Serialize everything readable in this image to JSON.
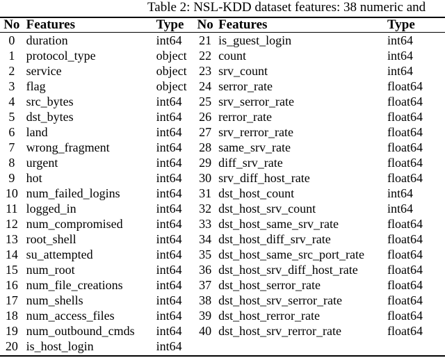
{
  "caption": "Table 2: NSL-KDD dataset features: 38 numeric and",
  "headers": {
    "no": "No",
    "features": "Features",
    "type": "Type"
  },
  "rows": [
    {
      "no1": "0",
      "feat1": "duration",
      "type1": "int64",
      "no2": "21",
      "feat2": "is_guest_login",
      "type2": "int64"
    },
    {
      "no1": "1",
      "feat1": "protocol_type",
      "type1": "object",
      "no2": "22",
      "feat2": "count",
      "type2": "int64"
    },
    {
      "no1": "2",
      "feat1": "service",
      "type1": "object",
      "no2": "23",
      "feat2": "srv_count",
      "type2": "int64"
    },
    {
      "no1": "3",
      "feat1": "flag",
      "type1": "object",
      "no2": "24",
      "feat2": "serror_rate",
      "type2": "float64"
    },
    {
      "no1": "4",
      "feat1": "src_bytes",
      "type1": "int64",
      "no2": "25",
      "feat2": "srv_serror_rate",
      "type2": "float64"
    },
    {
      "no1": "5",
      "feat1": "dst_bytes",
      "type1": "int64",
      "no2": "26",
      "feat2": "rerror_rate",
      "type2": "float64"
    },
    {
      "no1": "6",
      "feat1": "land",
      "type1": "int64",
      "no2": "27",
      "feat2": "srv_rerror_rate",
      "type2": "float64"
    },
    {
      "no1": "7",
      "feat1": "wrong_fragment",
      "type1": "int64",
      "no2": "28",
      "feat2": "same_srv_rate",
      "type2": "float64"
    },
    {
      "no1": "8",
      "feat1": "urgent",
      "type1": "int64",
      "no2": "29",
      "feat2": "diff_srv_rate",
      "type2": "float64"
    },
    {
      "no1": "9",
      "feat1": "hot",
      "type1": "int64",
      "no2": "30",
      "feat2": "srv_diff_host_rate",
      "type2": "float64"
    },
    {
      "no1": "10",
      "feat1": "num_failed_logins",
      "type1": "int64",
      "no2": "31",
      "feat2": "dst_host_count",
      "type2": "int64"
    },
    {
      "no1": "11",
      "feat1": "logged_in",
      "type1": "int64",
      "no2": "32",
      "feat2": "dst_host_srv_count",
      "type2": "int64"
    },
    {
      "no1": "12",
      "feat1": "num_compromised",
      "type1": "int64",
      "no2": "33",
      "feat2": "dst_host_same_srv_rate",
      "type2": "float64"
    },
    {
      "no1": "13",
      "feat1": "root_shell",
      "type1": "int64",
      "no2": "34",
      "feat2": "dst_host_diff_srv_rate",
      "type2": "float64"
    },
    {
      "no1": "14",
      "feat1": "su_attempted",
      "type1": "int64",
      "no2": "35",
      "feat2": "dst_host_same_src_port_rate",
      "type2": "float64"
    },
    {
      "no1": "15",
      "feat1": "num_root",
      "type1": "int64",
      "no2": "36",
      "feat2": "dst_host_srv_diff_host_rate",
      "type2": "float64"
    },
    {
      "no1": "16",
      "feat1": "num_file_creations",
      "type1": "int64",
      "no2": "37",
      "feat2": "dst_host_serror_rate",
      "type2": "float64"
    },
    {
      "no1": "17",
      "feat1": "num_shells",
      "type1": "int64",
      "no2": "38",
      "feat2": "dst_host_srv_serror_rate",
      "type2": "float64"
    },
    {
      "no1": "18",
      "feat1": "num_access_files",
      "type1": "int64",
      "no2": "39",
      "feat2": "dst_host_rerror_rate",
      "type2": "float64"
    },
    {
      "no1": "19",
      "feat1": "num_outbound_cmds",
      "type1": "int64",
      "no2": "40",
      "feat2": "dst_host_srv_rerror_rate",
      "type2": "float64"
    },
    {
      "no1": "20",
      "feat1": "is_host_login",
      "type1": "int64",
      "no2": "",
      "feat2": "",
      "type2": ""
    }
  ]
}
